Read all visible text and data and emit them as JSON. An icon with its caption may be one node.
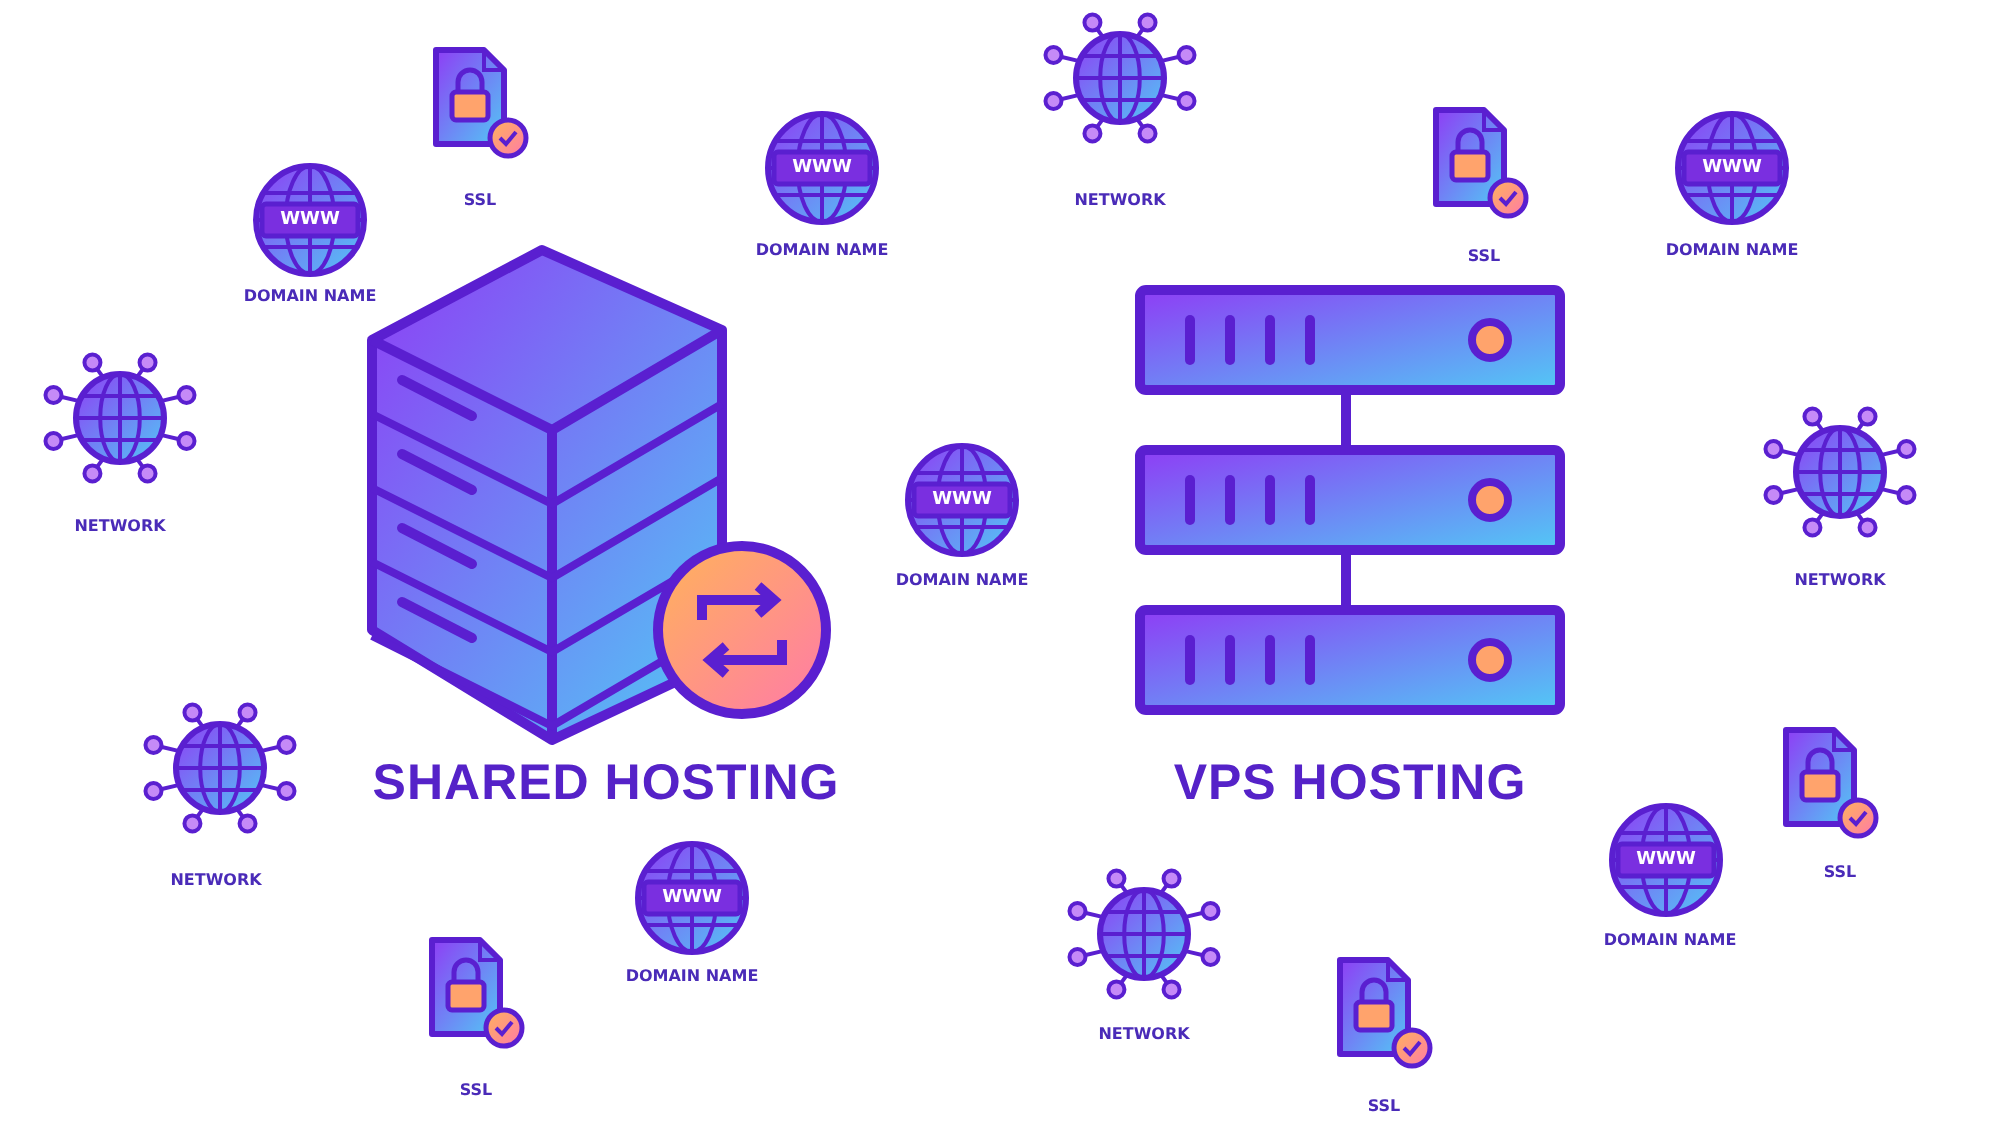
{
  "diagram": {
    "labels": [
      "NETWORK",
      "SSL",
      "WWW",
      "DOMAIN NAME",
      "SSL",
      "WWW",
      "DOMAIN NAME",
      "WWW",
      "DOMAIN NAME",
      "NETWORK",
      "WWW",
      "DOMAIN NAME",
      "NETWORK",
      "SHARED HOSTING",
      "VPS HOSTING",
      "NETWORK",
      "SSL",
      "WWW",
      "DOMAIN NAME",
      "WWW",
      "DOMAIN NAME",
      "NETWORK",
      "SSL",
      "SSL"
    ]
  }
}
